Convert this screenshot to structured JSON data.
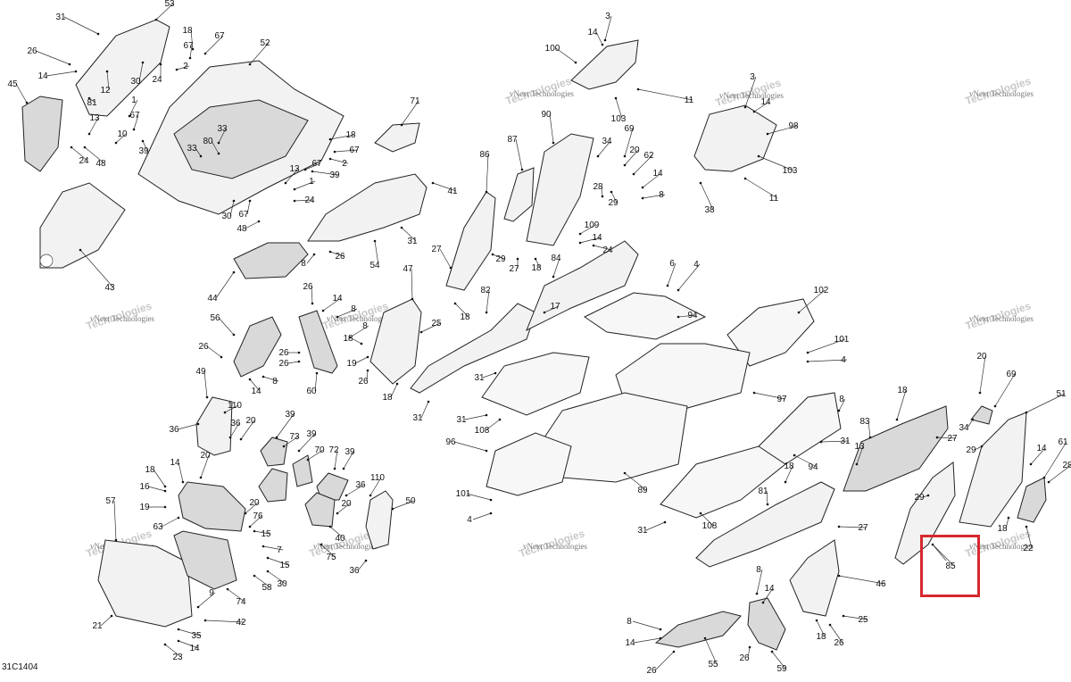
{
  "drawing": {
    "doc_id": "31C1404",
    "watermark_brand": "vNext",
    "watermark_line1": "vNext Technologies",
    "watermark_line2": "Technologies",
    "highlight_color": "#d6282e",
    "highlighted_callout": "85"
  },
  "callouts": [
    "1",
    "2",
    "3",
    "4",
    "6",
    "7",
    "8",
    "9",
    "10",
    "11",
    "12",
    "13",
    "14",
    "15",
    "16",
    "17",
    "18",
    "19",
    "20",
    "21",
    "22",
    "23",
    "24",
    "25",
    "26",
    "27",
    "28",
    "29",
    "30",
    "31",
    "33",
    "34",
    "35",
    "36",
    "38",
    "39",
    "40",
    "41",
    "42",
    "43",
    "44",
    "45",
    "46",
    "47",
    "48",
    "49",
    "50",
    "51",
    "52",
    "53",
    "54",
    "55",
    "56",
    "57",
    "58",
    "59",
    "60",
    "61",
    "62",
    "63",
    "67",
    "69",
    "70",
    "71",
    "72",
    "73",
    "74",
    "75",
    "76",
    "80",
    "81",
    "82",
    "83",
    "84",
    "85",
    "86",
    "87",
    "89",
    "90",
    "94",
    "96",
    "97",
    "98",
    "100",
    "101",
    "102",
    "103",
    "108",
    "109",
    "110"
  ]
}
